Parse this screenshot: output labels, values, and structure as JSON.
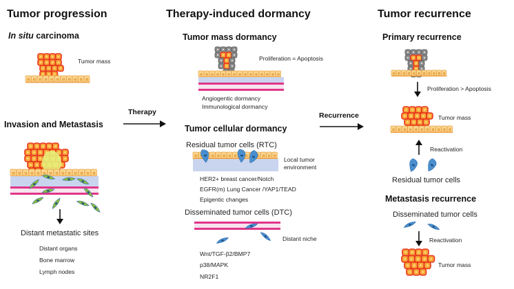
{
  "columns": {
    "progression": {
      "title": "Tumor progression",
      "in_situ": {
        "title_italic": "In situ",
        "title_rest": " carcinoma",
        "label": "Tumor mass"
      },
      "invasion": {
        "title": "Invasion and Metastasis"
      },
      "distant": {
        "title": "Distant metastatic sites",
        "items": [
          "Distant organs",
          "Bone marrow",
          "Lymph nodes"
        ]
      }
    },
    "dormancy": {
      "title": "Therapy-induced dormancy",
      "mass": {
        "title": "Tumor mass dormancy",
        "label": "Proliferation = Apoptosis",
        "notes": [
          "Angiogentic dormancy",
          "Immunological dormancy"
        ]
      },
      "cellular": {
        "title": "Tumor cellular dormancy",
        "rtc": {
          "title": "Residual tumor cells (RTC)",
          "env_label_line1": "Local tumor",
          "env_label_line2": "environment",
          "items": [
            "HER2+ breast cancer/Notch",
            "EGFR(m) Lung Cancer /YAP1/TEAD",
            "Epigentic changes"
          ]
        },
        "dtc": {
          "title": "Disseminated tumor cells (DTC)",
          "niche_label": "Distant niche",
          "items": [
            "Wnt/TGF-β2/BMP7",
            "p38/MAPK",
            "NR2F1"
          ]
        }
      }
    },
    "recurrence": {
      "title": "Tumor recurrence",
      "primary": {
        "title": "Primary recurrence",
        "arrow_label": "Proliferation > Apoptosis",
        "mass_label": "Tumor mass",
        "reactivation_label": "Reactivation",
        "residual_label": "Residual tumor cells"
      },
      "metastasis": {
        "title": "Metastasis recurrence",
        "dtc_label": "Disseminated tumor cells",
        "reactivation_label": "Reactivation",
        "mass_label": "Tumor mass"
      }
    }
  },
  "transitions": {
    "therapy": "Therapy",
    "recurrence": "Recurrence"
  },
  "colors": {
    "tumor_cell": "#f7a43a",
    "tumor_edge": "#e8341c",
    "normal_cell": "#fbd58e",
    "dormant_cell": "#8a8a8a",
    "stroma": "#c9d5ee",
    "vessel": "#e0358a",
    "dtc_cell": "#4a8fd0",
    "invasive_cell": "#8fbf3a"
  }
}
